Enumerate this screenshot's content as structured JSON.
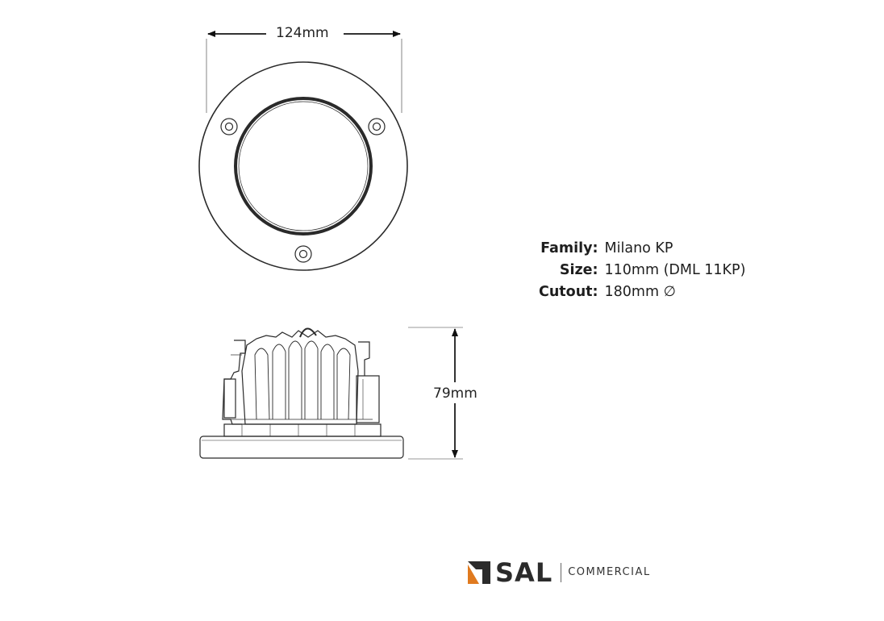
{
  "dimensions": {
    "width_label": "124mm",
    "height_label": "79mm"
  },
  "specs": [
    {
      "label": "Family:",
      "value": "Milano KP"
    },
    {
      "label": "Size:",
      "value": "110mm (DML 11KP)"
    },
    {
      "label": "Cutout:",
      "value": "180mm ∅"
    }
  ],
  "brand": {
    "name": "SAL",
    "division": "COMMERCIAL",
    "accent_color": "#e07a1f",
    "mark_color": "#2b2b2b"
  },
  "colors": {
    "line": "#2a2a2a",
    "text": "#1e1e1e"
  }
}
